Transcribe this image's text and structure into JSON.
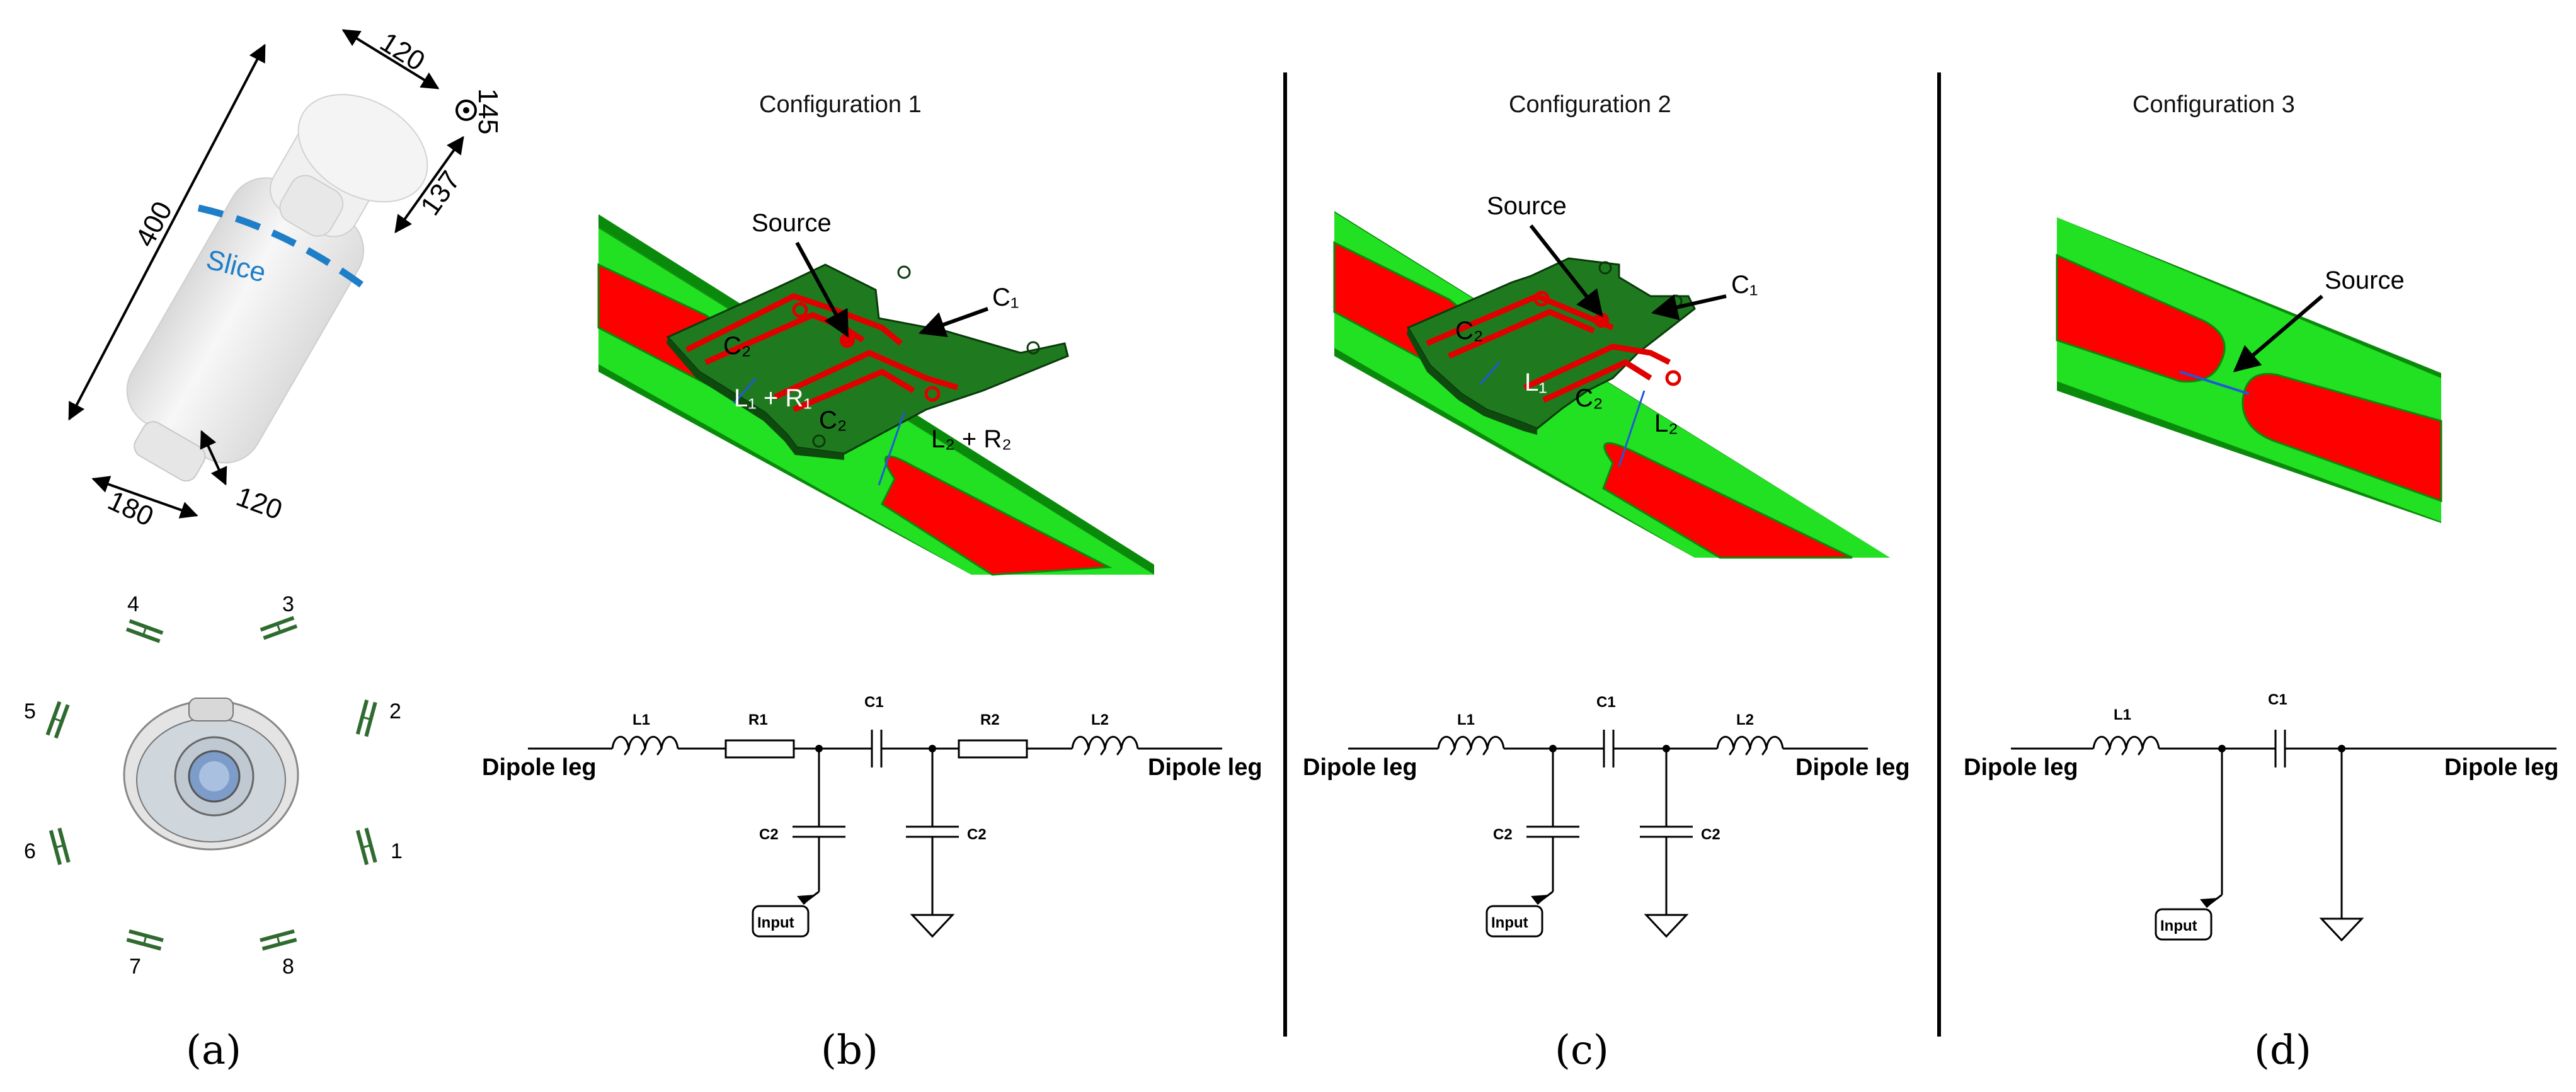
{
  "panel_labels": {
    "a": "(a)",
    "b": "(b)",
    "c": "(c)",
    "d": "(d)"
  },
  "panel_a": {
    "dimensions": {
      "d400": "400",
      "d120_top": "120",
      "d145": "145",
      "d137": "137",
      "d180": "180",
      "d120_bottom": "120"
    },
    "slice_label": "Slice",
    "dipole_numbers": [
      "1",
      "2",
      "3",
      "4",
      "5",
      "6",
      "7",
      "8"
    ],
    "colors": {
      "slice_line": "#1e7ec8",
      "dipole": "#2f6b2f",
      "phantom": "#eeeeee"
    }
  },
  "config1": {
    "title": "Configuration 1",
    "pcb_labels": {
      "source": "Source",
      "c1": "C₁",
      "c2_top": "C₂",
      "c2_bottom": "C₂",
      "l1r1": "L₁ + R₁",
      "l2r2": "L₂ + R₂"
    },
    "circuit": {
      "l1": "L1",
      "r1": "R1",
      "c1": "C1",
      "r2": "R2",
      "l2": "L2",
      "c2_left": "C2",
      "c2_right": "C2",
      "input": "Input",
      "leg_left": "Dipole leg",
      "leg_right": "Dipole leg"
    }
  },
  "config2": {
    "title": "Configuration 2",
    "pcb_labels": {
      "source": "Source",
      "c1": "C₁",
      "c2_top": "C₂",
      "c2_bottom": "C₂",
      "l1": "L₁",
      "l2": "L₂"
    },
    "circuit": {
      "l1": "L1",
      "c1": "C1",
      "l2": "L2",
      "c2_left": "C2",
      "c2_right": "C2",
      "input": "Input",
      "leg_left": "Dipole leg",
      "leg_right": "Dipole leg"
    }
  },
  "config3": {
    "title": "Configuration 3",
    "pcb_labels": {
      "source": "Source"
    },
    "circuit": {
      "l1": "L1",
      "c1": "C1",
      "input": "Input",
      "leg_left": "Dipole leg",
      "leg_right": "Dipole leg"
    }
  },
  "colors": {
    "substrate": "#22e022",
    "substrate_edge": "#0a8a0a",
    "copper": "#ff0000",
    "pcb": "#1f7a1f",
    "trace": "#e00000",
    "divider": "#000000"
  }
}
